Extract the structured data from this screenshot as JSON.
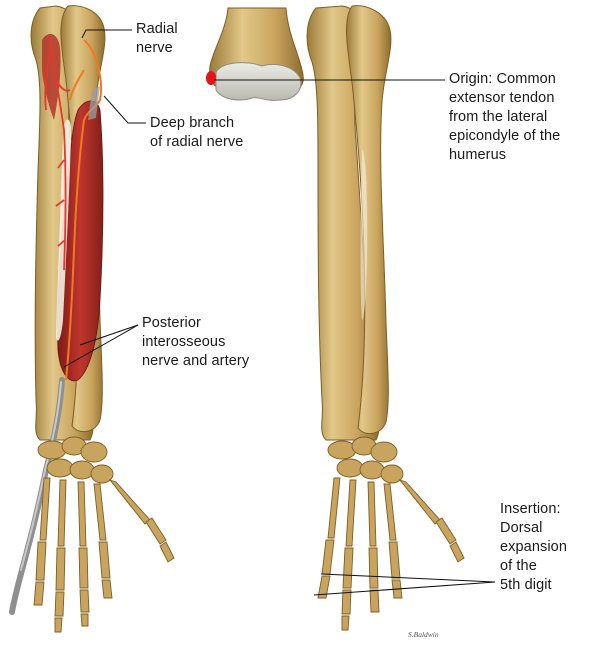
{
  "labels": {
    "radial_nerve": [
      "Radial",
      "nerve"
    ],
    "deep_branch": [
      "Deep branch",
      "of radial nerve"
    ],
    "posterior": [
      "Posterior",
      "interosseous",
      "nerve and artery"
    ],
    "origin": [
      "Origin: Common",
      "extensor tendon",
      "from the lateral",
      "epicondyle of the",
      "humerus"
    ],
    "insertion": [
      "Insertion:",
      "Dorsal",
      "expansion",
      "of the",
      "5th digit"
    ]
  },
  "signature": "S.Baldwin",
  "colors": {
    "bone": "#c9a45e",
    "bone_dark": "#8a6a2c",
    "bone_light": "#e6cd8e",
    "muscle": "#b8302a",
    "muscle_dark": "#7c1714",
    "nerve": "#f07a22",
    "artery": "#e83a2a",
    "tendon": "#9a9a9a",
    "origin_marker": "#e4151a",
    "cartilage": "#d8d8d0"
  }
}
